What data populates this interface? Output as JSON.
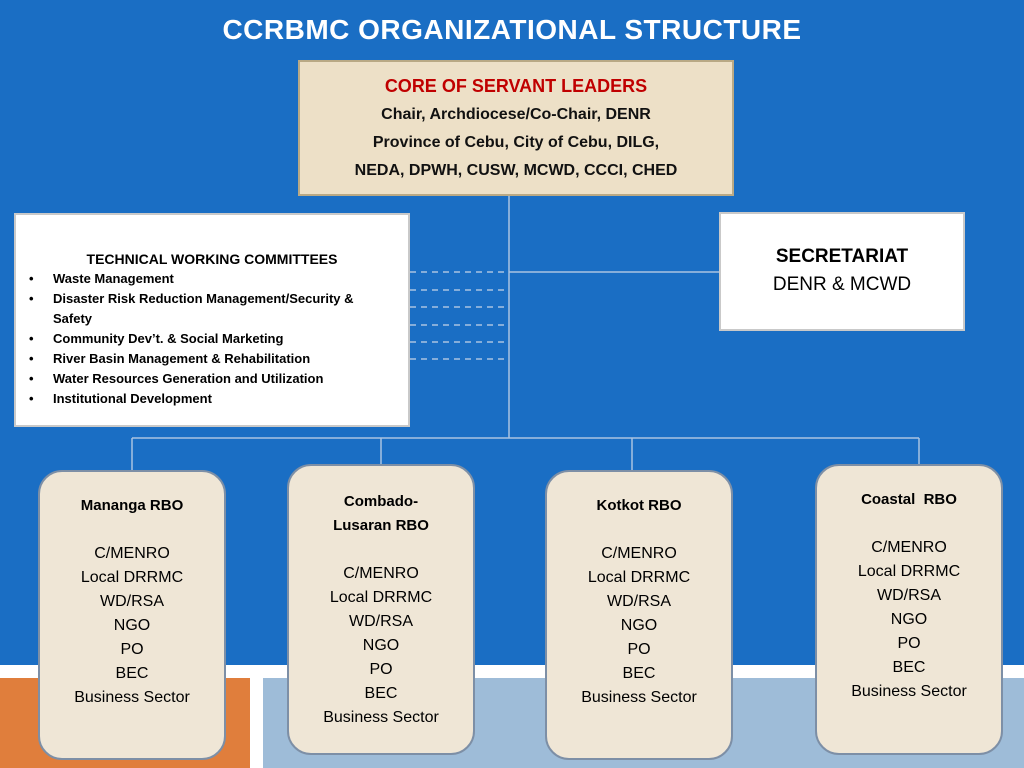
{
  "title": "CCRBMC ORGANIZATIONAL STRUCTURE",
  "core": {
    "heading": "CORE OF SERVANT LEADERS",
    "lines": [
      "Chair, Archdiocese/Co-Chair, DENR",
      "Province of Cebu, City of Cebu, DILG,",
      "NEDA, DPWH, CUSW,  MCWD, CCCI, CHED"
    ]
  },
  "technical_working_committees": {
    "heading": "TECHNICAL WORKING COMMITTEES",
    "bullet": "•",
    "items": [
      "Waste Management",
      "Disaster Risk Reduction Management/Security & Safety",
      "Community Dev’t. & Social Marketing",
      "River Basin Management & Rehabilitation",
      "Water Resources Generation and Utilization",
      "Institutional Development"
    ]
  },
  "secretariat": {
    "heading": "SECRETARIAT",
    "sub": "DENR & MCWD"
  },
  "rbos": [
    {
      "name_lines": [
        "Mananga RBO"
      ],
      "members": [
        "C/MENRO",
        "Local DRRMC",
        "WD/RSA",
        "NGO",
        "PO",
        "BEC",
        "Business Sector"
      ]
    },
    {
      "name_lines": [
        "Combado-",
        "Lusaran RBO"
      ],
      "members": [
        "C/MENRO",
        "Local DRRMC",
        "WD/RSA",
        "NGO",
        "PO",
        "BEC",
        "Business Sector"
      ]
    },
    {
      "name_lines": [
        "Kotkot RBO"
      ],
      "members": [
        "C/MENRO",
        "Local DRRMC",
        "WD/RSA",
        "NGO",
        "PO",
        "BEC",
        "Business Sector"
      ]
    },
    {
      "name_lines": [
        "Coastal  RBO"
      ],
      "members": [
        "C/MENRO",
        "Local DRRMC",
        "WD/RSA",
        "NGO",
        "PO",
        "BEC",
        "Business Sector"
      ]
    }
  ],
  "colors": {
    "background": "#1a6ec4",
    "core_fill": "#ede0c7",
    "core_heading": "#c00000",
    "rbo_fill": "#efe6d6",
    "accent_orange": "#e07e3c",
    "accent_lightblue": "#9ebcd8"
  }
}
